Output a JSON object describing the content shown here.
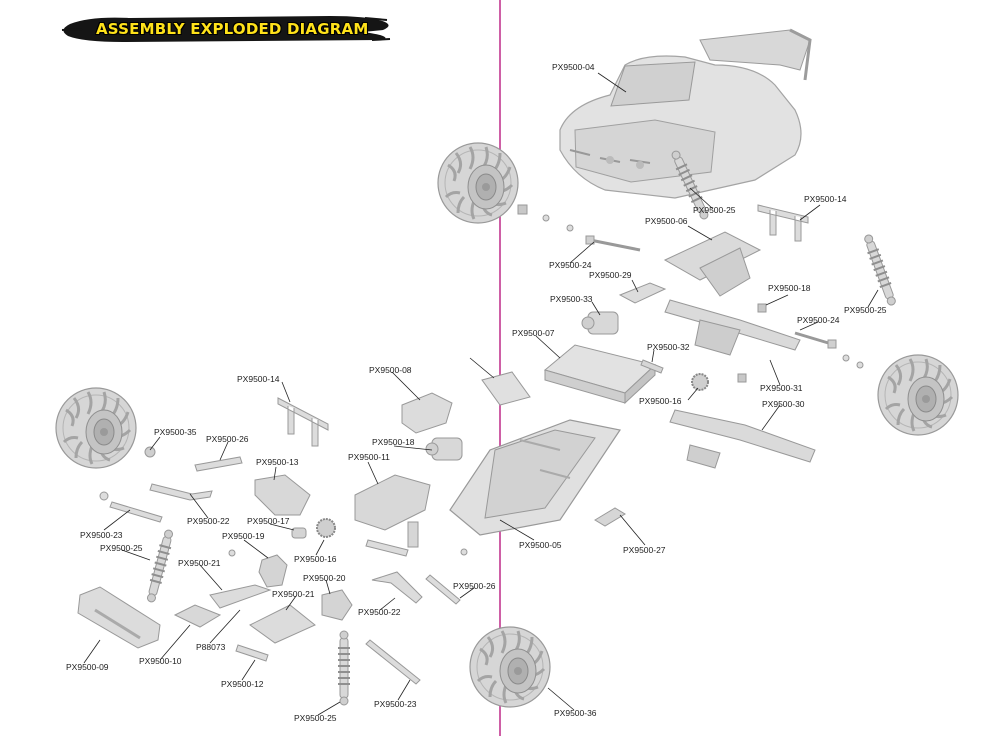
{
  "title": "ASSEMBLY EXPLODED DIAGRAM",
  "colors": {
    "divider": "#c2378f",
    "banner": "#151515",
    "title_text": "#ffe21a",
    "part_fill": "#dcdcdc",
    "part_stroke": "#a8a8a8",
    "leader": "#222222"
  },
  "labels": {
    "l_04": "PX9500-04",
    "l_25a": "PX9500-25",
    "l_14a": "PX9500-14",
    "l_06": "PX9500-06",
    "l_24a": "PX9500-24",
    "l_29": "PX9500-29",
    "l_18a": "PX9500-18",
    "l_33": "PX9500-33",
    "l_25b": "PX9500-25",
    "l_24b": "PX9500-24",
    "l_07": "PX9500-07",
    "l_32": "PX9500-32",
    "l_08": "PX9500-08",
    "l_14b": "PX9500-14",
    "l_16a": "PX9500-16",
    "l_31": "PX9500-31",
    "l_30": "PX9500-30",
    "l_35": "PX9500-35",
    "l_26a": "PX9500-26",
    "l_18b": "PX9500-18",
    "l_11": "PX9500-11",
    "l_13": "PX9500-13",
    "l_22a": "PX9500-22",
    "l_23a": "PX9500-23",
    "l_17": "PX9500-17",
    "l_19": "PX9500-19",
    "l_05": "PX9500-05",
    "l_27": "PX9500-27",
    "l_25c": "PX9500-25",
    "l_16b": "PX9500-16",
    "l_21a": "PX9500-21",
    "l_20": "PX9500-20",
    "l_26b": "PX9500-26",
    "l_21b": "PX9500-21",
    "l_22b": "PX9500-22",
    "l_09": "PX9500-09",
    "l_10": "PX9500-10",
    "l_p88073": "P88073",
    "l_12": "PX9500-12",
    "l_25d": "PX9500-25",
    "l_23b": "PX9500-23",
    "l_36": "PX9500-36"
  }
}
